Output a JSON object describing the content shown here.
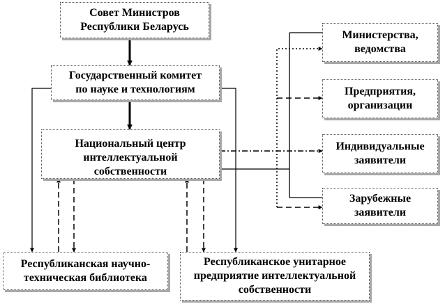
{
  "nodes": {
    "council": {
      "line1": "Совет Министров",
      "line2": "Республики Беларусь"
    },
    "committee": {
      "line1": "Государственный комитет",
      "line2": "по науке и технологиям"
    },
    "national_center": {
      "line1": "Национальный центр",
      "line2": "интеллектуальной",
      "line3": "собственности"
    },
    "ministries": {
      "line1": "Министерства,",
      "line2": "ведомства"
    },
    "enterprises": {
      "line1": "Предприятия,",
      "line2": "организации"
    },
    "individual": {
      "line1": "Индивидуальные",
      "line2": "заявители"
    },
    "foreign": {
      "line1": "Зарубежные",
      "line2": "заявители"
    },
    "library": {
      "line1": "Республиканская научно-",
      "line2": "техническая библиотека"
    },
    "unitary": {
      "line1": "Республиканское унитарное",
      "line2": "предприятие интеллектуальной",
      "line3": "собственности"
    }
  }
}
